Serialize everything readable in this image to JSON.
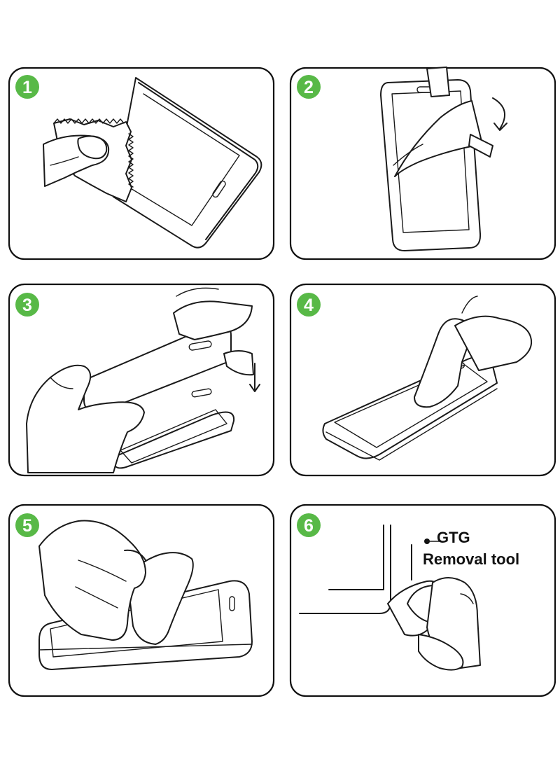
{
  "steps": [
    {
      "number": "1"
    },
    {
      "number": "2"
    },
    {
      "number": "3"
    },
    {
      "number": "4"
    },
    {
      "number": "5"
    },
    {
      "number": "6",
      "label_line1": "GTG",
      "label_line2": "Removal tool"
    }
  ],
  "colors": {
    "badge": "#58b947",
    "outline": "#111111",
    "background": "#ffffff"
  }
}
